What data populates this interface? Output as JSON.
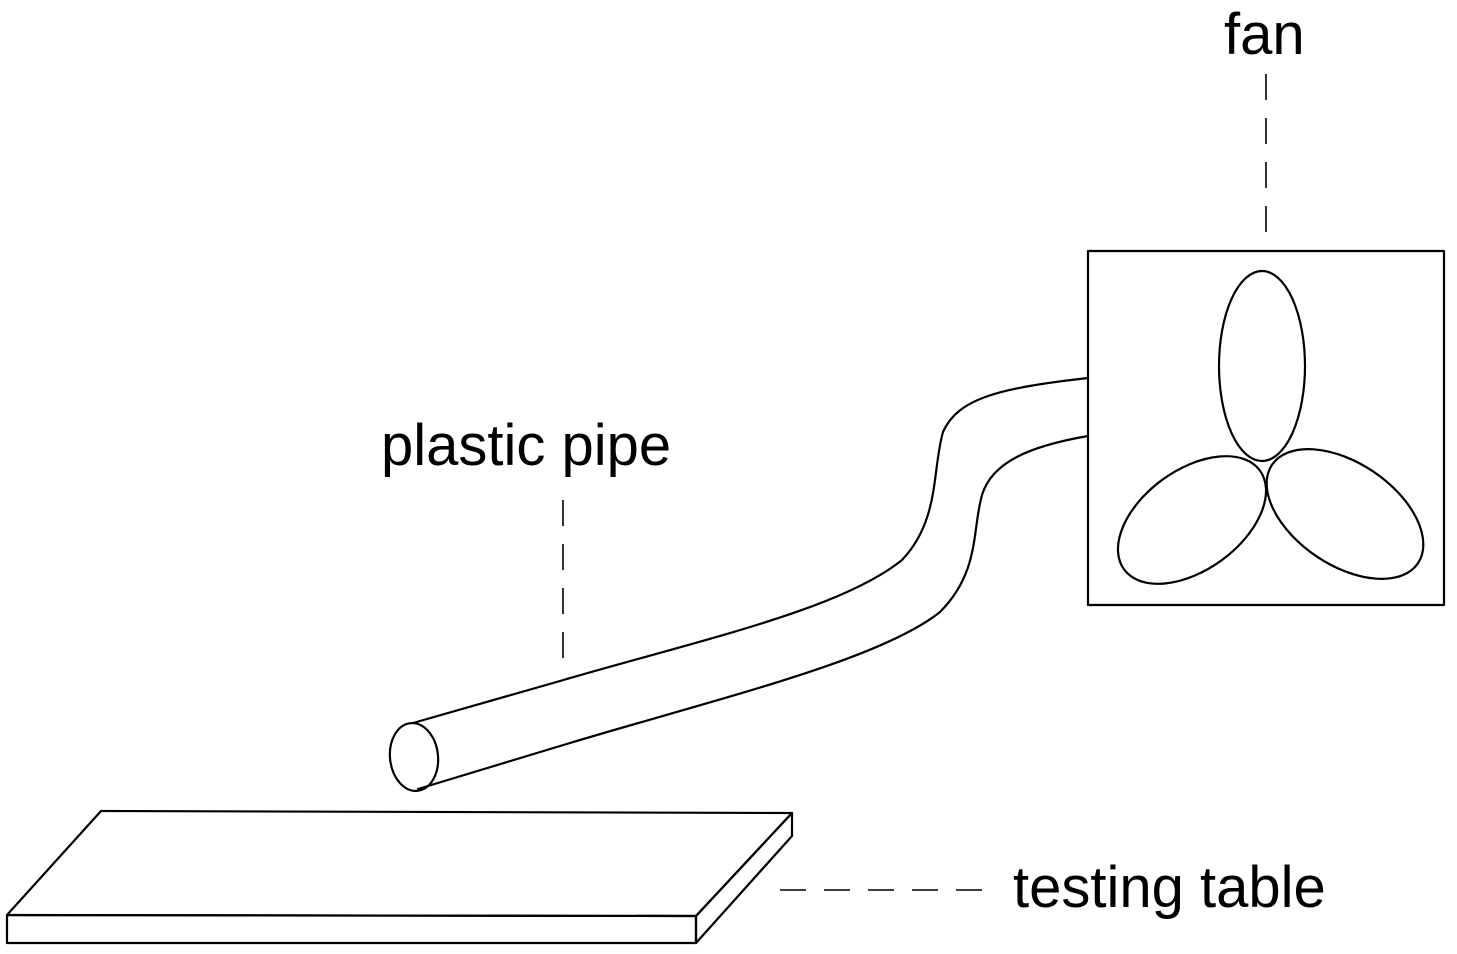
{
  "labels": {
    "fan": "fan",
    "plastic_pipe": "plastic pipe",
    "testing_table": "testing table"
  },
  "colors": {
    "line": "#000000",
    "background": "#ffffff"
  }
}
